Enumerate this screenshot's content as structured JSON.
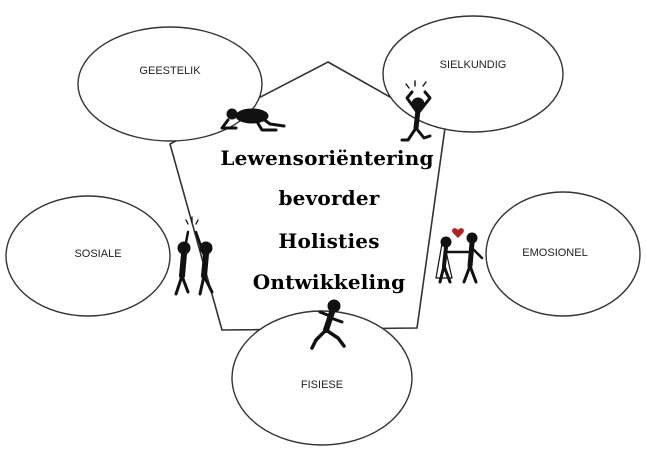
{
  "title_lines": [
    "Lewensoriëntering",
    "bevorder",
    "Holisties",
    "Ontwikkeling"
  ],
  "nodes": [
    {
      "id": "geestelik",
      "label": "GEESTELIK",
      "figure": "crawling-person-icon"
    },
    {
      "id": "sielkundig",
      "label": "SIELKUNDIG",
      "figure": "stressed-person-icon"
    },
    {
      "id": "emosionel",
      "label": "EMOSIONEL",
      "figure": "couple-wedding-icon"
    },
    {
      "id": "fisiese",
      "label": "FISIESE",
      "figure": "running-person-icon"
    },
    {
      "id": "sosiale",
      "label": "SOSIALE",
      "figure": "high-five-people-icon"
    }
  ],
  "colors": {
    "outline": "#333333",
    "figure": "#111111",
    "heart": "#b22222"
  }
}
